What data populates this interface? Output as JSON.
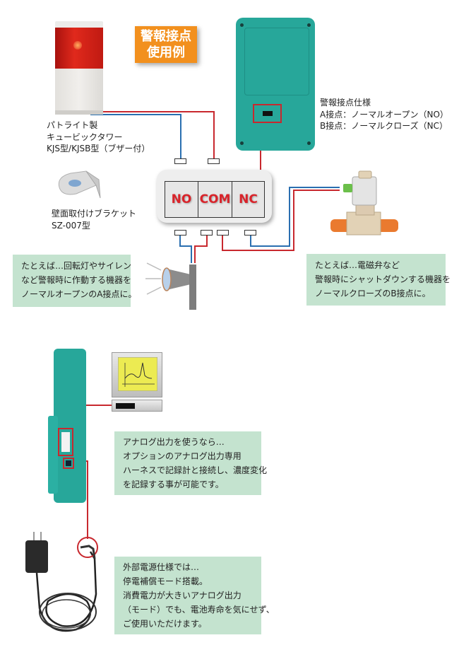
{
  "header": {
    "badge_line1": "警報接点",
    "badge_line2": "使用例"
  },
  "signal_tower": {
    "caption_lines": [
      "パトライト製",
      "キュービックタワー",
      "KJS型/KJSB型（ブザー付）"
    ]
  },
  "bracket": {
    "caption_lines": [
      "壁面取付けブラケット",
      "SZ-007型"
    ]
  },
  "contact_spec": {
    "lines": [
      "警報接点仕様",
      "A接点：ノーマルオープン（NO）",
      "B接点：ノーマルクローズ（NC）"
    ]
  },
  "terminal_block": {
    "labels": [
      "NO",
      "COM",
      "NC"
    ]
  },
  "notes": {
    "no_example": [
      "たとえば…回転灯やサイレン",
      "など警報時に作動する機器を",
      "ノーマルオープンのA接点に。"
    ],
    "nc_example": [
      "たとえば…電磁弁など",
      "警報時にシャットダウンする機器を",
      "ノーマルクローズのB接点に。"
    ],
    "analog_output": [
      "アナログ出力を使うなら…",
      "オプションのアナログ出力専用",
      "ハーネスで記録計と接続し、濃度変化",
      "を記録する事が可能です。"
    ],
    "external_power": [
      "外部電源仕様では…",
      "停電補償モード搭載。",
      "消費電力が大きいアナログ出力",
      "（モード）でも、電池寿命を気にせず、",
      "ご使用いただけます。"
    ]
  },
  "colors": {
    "accent_orange": "#f2901e",
    "wire_red": "#c8282e",
    "wire_blue": "#2a6fb0",
    "device_teal": "#27a79a",
    "note_green": "#c4e3cf",
    "terminal_label_red": "#d9232a"
  }
}
